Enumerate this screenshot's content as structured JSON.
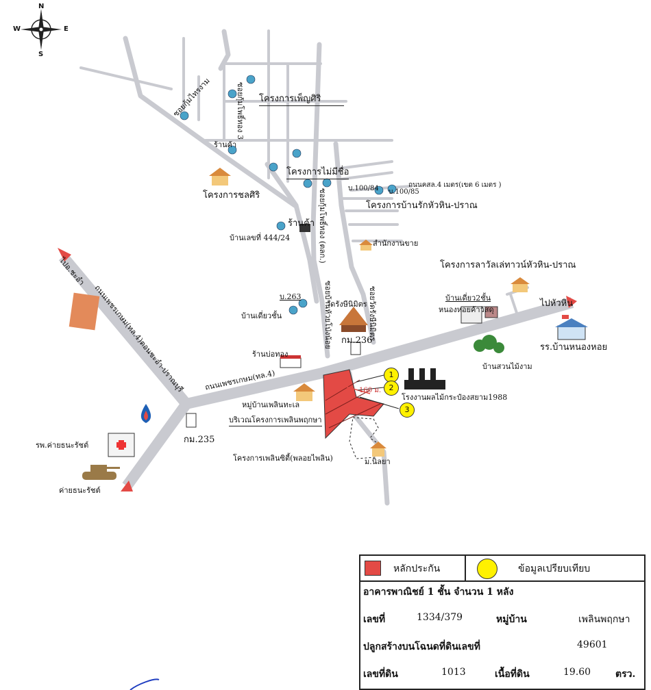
{
  "compass": {
    "n": "N",
    "s": "S",
    "e": "E",
    "w": "W"
  },
  "roads": {
    "main": "ถนนเพชรเกษม(ทล.4)",
    "diag": "ถนนเพชรเกษม(ทล.4)ตอนชะอำ-ปราณบุรี",
    "to_cha_am": "ไปอ.ชะอำ",
    "to_hua_hin": "ไปหัวหิน",
    "soi1": "ซอยกุ้มไทรงาม",
    "soi2": "ซอยกุ้มโพธิ์ทอง 3",
    "soi3": "ซอยกุ้มโพธิ์ทอง (ตลก.)",
    "soi4": "ซอยบ้านห้วยโป่งน้อย",
    "soi5": "ซอยวัดรังษีนิมิตร",
    "road_width": "ถนนคสล.4 เมตร(เขต 6 เมตร )"
  },
  "places": {
    "pensiri": "โครงการเพ็ญศิริ",
    "shop1": "ร้านค้า",
    "nameless": "โครงการไม่มีชื่อ",
    "cholasiri": "โครงการชลศิริ",
    "b84": "บ.100/84",
    "b85": "บ.100/85",
    "rakhuahin": "โครงการบ้านรักหัวหิน-ปราณ",
    "shop2": "ร้านค้า",
    "house444": "บ้านเลขที่ 444/24",
    "salesoffice": "สำนักงานขาย",
    "lavalle": "โครงการลาวัลเล่ทาวน์หัวหิน-ปราณ",
    "b263": "บ.263",
    "single1": "บ้านเดี่ยวชั้น",
    "watrangsi": "วัดรังษีนิมิตร",
    "single2": "บ้านเดี่ยว2ชั้น",
    "material": "หนองหอยค้าวัสดุ",
    "school": "รร.บ้านหนองหอย",
    "km236": "กม.236",
    "goldshop": "ร้านบ่อทอง",
    "garden": "บ้านสวนไม้งาม",
    "village": "หมู่บ้านเพลินทะเล",
    "factory": "โรงงานผลไม้กระป๋องสยาม1988",
    "dist": "160 ม.",
    "project": "บริเวณโครงการเพลินพฤกษา",
    "km235": "กม.235",
    "hospital": "รพ.ค่ายธนะรัชต์",
    "city": "โครงการเพลินซิตี้(พลอยไพลิน)",
    "nilaya": "ม.นิลยา",
    "camp": "ค่ายธนะรัชต์"
  },
  "markers": [
    "1",
    "2",
    "3"
  ],
  "colors": {
    "road": "#c9cad0",
    "red": "#e34a45",
    "yellow": "#fff100"
  },
  "info": {
    "legend_collateral": "หลักประกัน",
    "legend_compare": "ข้อมูลเปรียบเทียบ",
    "title": "อาคารพาณิชย์ 1 ชั้น จำนวน 1 หลัง",
    "no_label": "เลขที่",
    "no_value": "1334/379",
    "village_label": "หมู่บ้าน",
    "village_value": "เพลินพฤกษา",
    "deed_label": "ปลูกสร้างบนโฉนดที่ดินเลขที่",
    "deed_value": "49601",
    "land_label": "เลขที่ดิน",
    "land_value": "1013",
    "area_label": "เนื้อที่ดิน",
    "area_value": "19.60",
    "area_unit": "ตรว."
  }
}
